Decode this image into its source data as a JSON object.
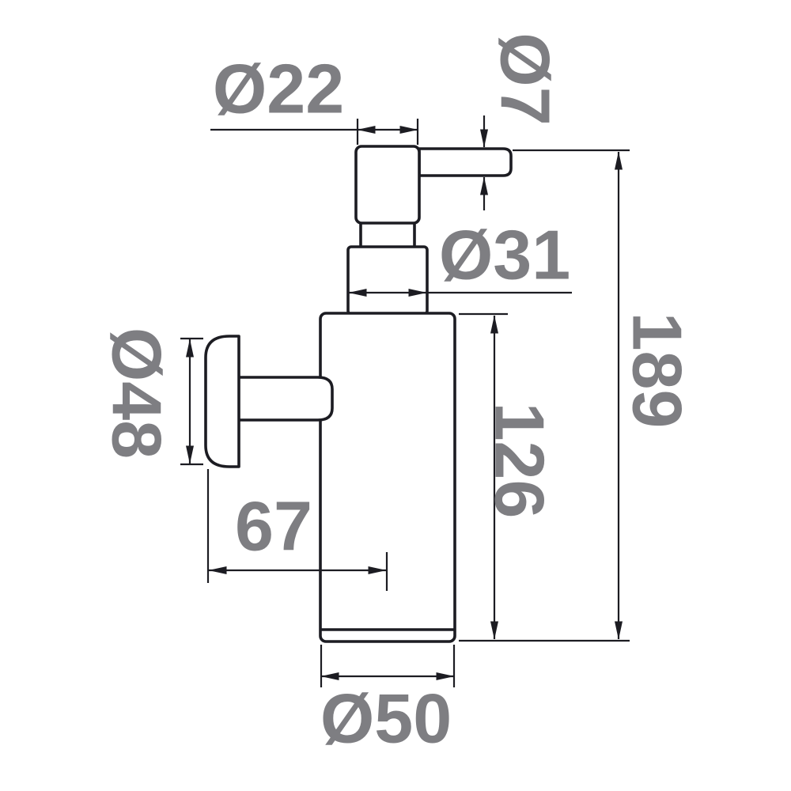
{
  "colors": {
    "line": "#1c1c22",
    "label": "#7e7e82",
    "background": "#ffffff"
  },
  "dimensions": {
    "pump_head_diameter": {
      "label": "Ø22",
      "value": 22
    },
    "spout_diameter": {
      "label": "Ø7",
      "value": 7
    },
    "neck_diameter": {
      "label": "Ø31",
      "value": 31
    },
    "overall_height": {
      "label": "189",
      "value": 189
    },
    "wall_plate_diameter": {
      "label": "Ø48",
      "value": 48
    },
    "body_height": {
      "label": "126",
      "value": 126
    },
    "wall_to_center_distance": {
      "label": "67",
      "value": 67
    },
    "body_diameter": {
      "label": "Ø50",
      "value": 50
    }
  }
}
